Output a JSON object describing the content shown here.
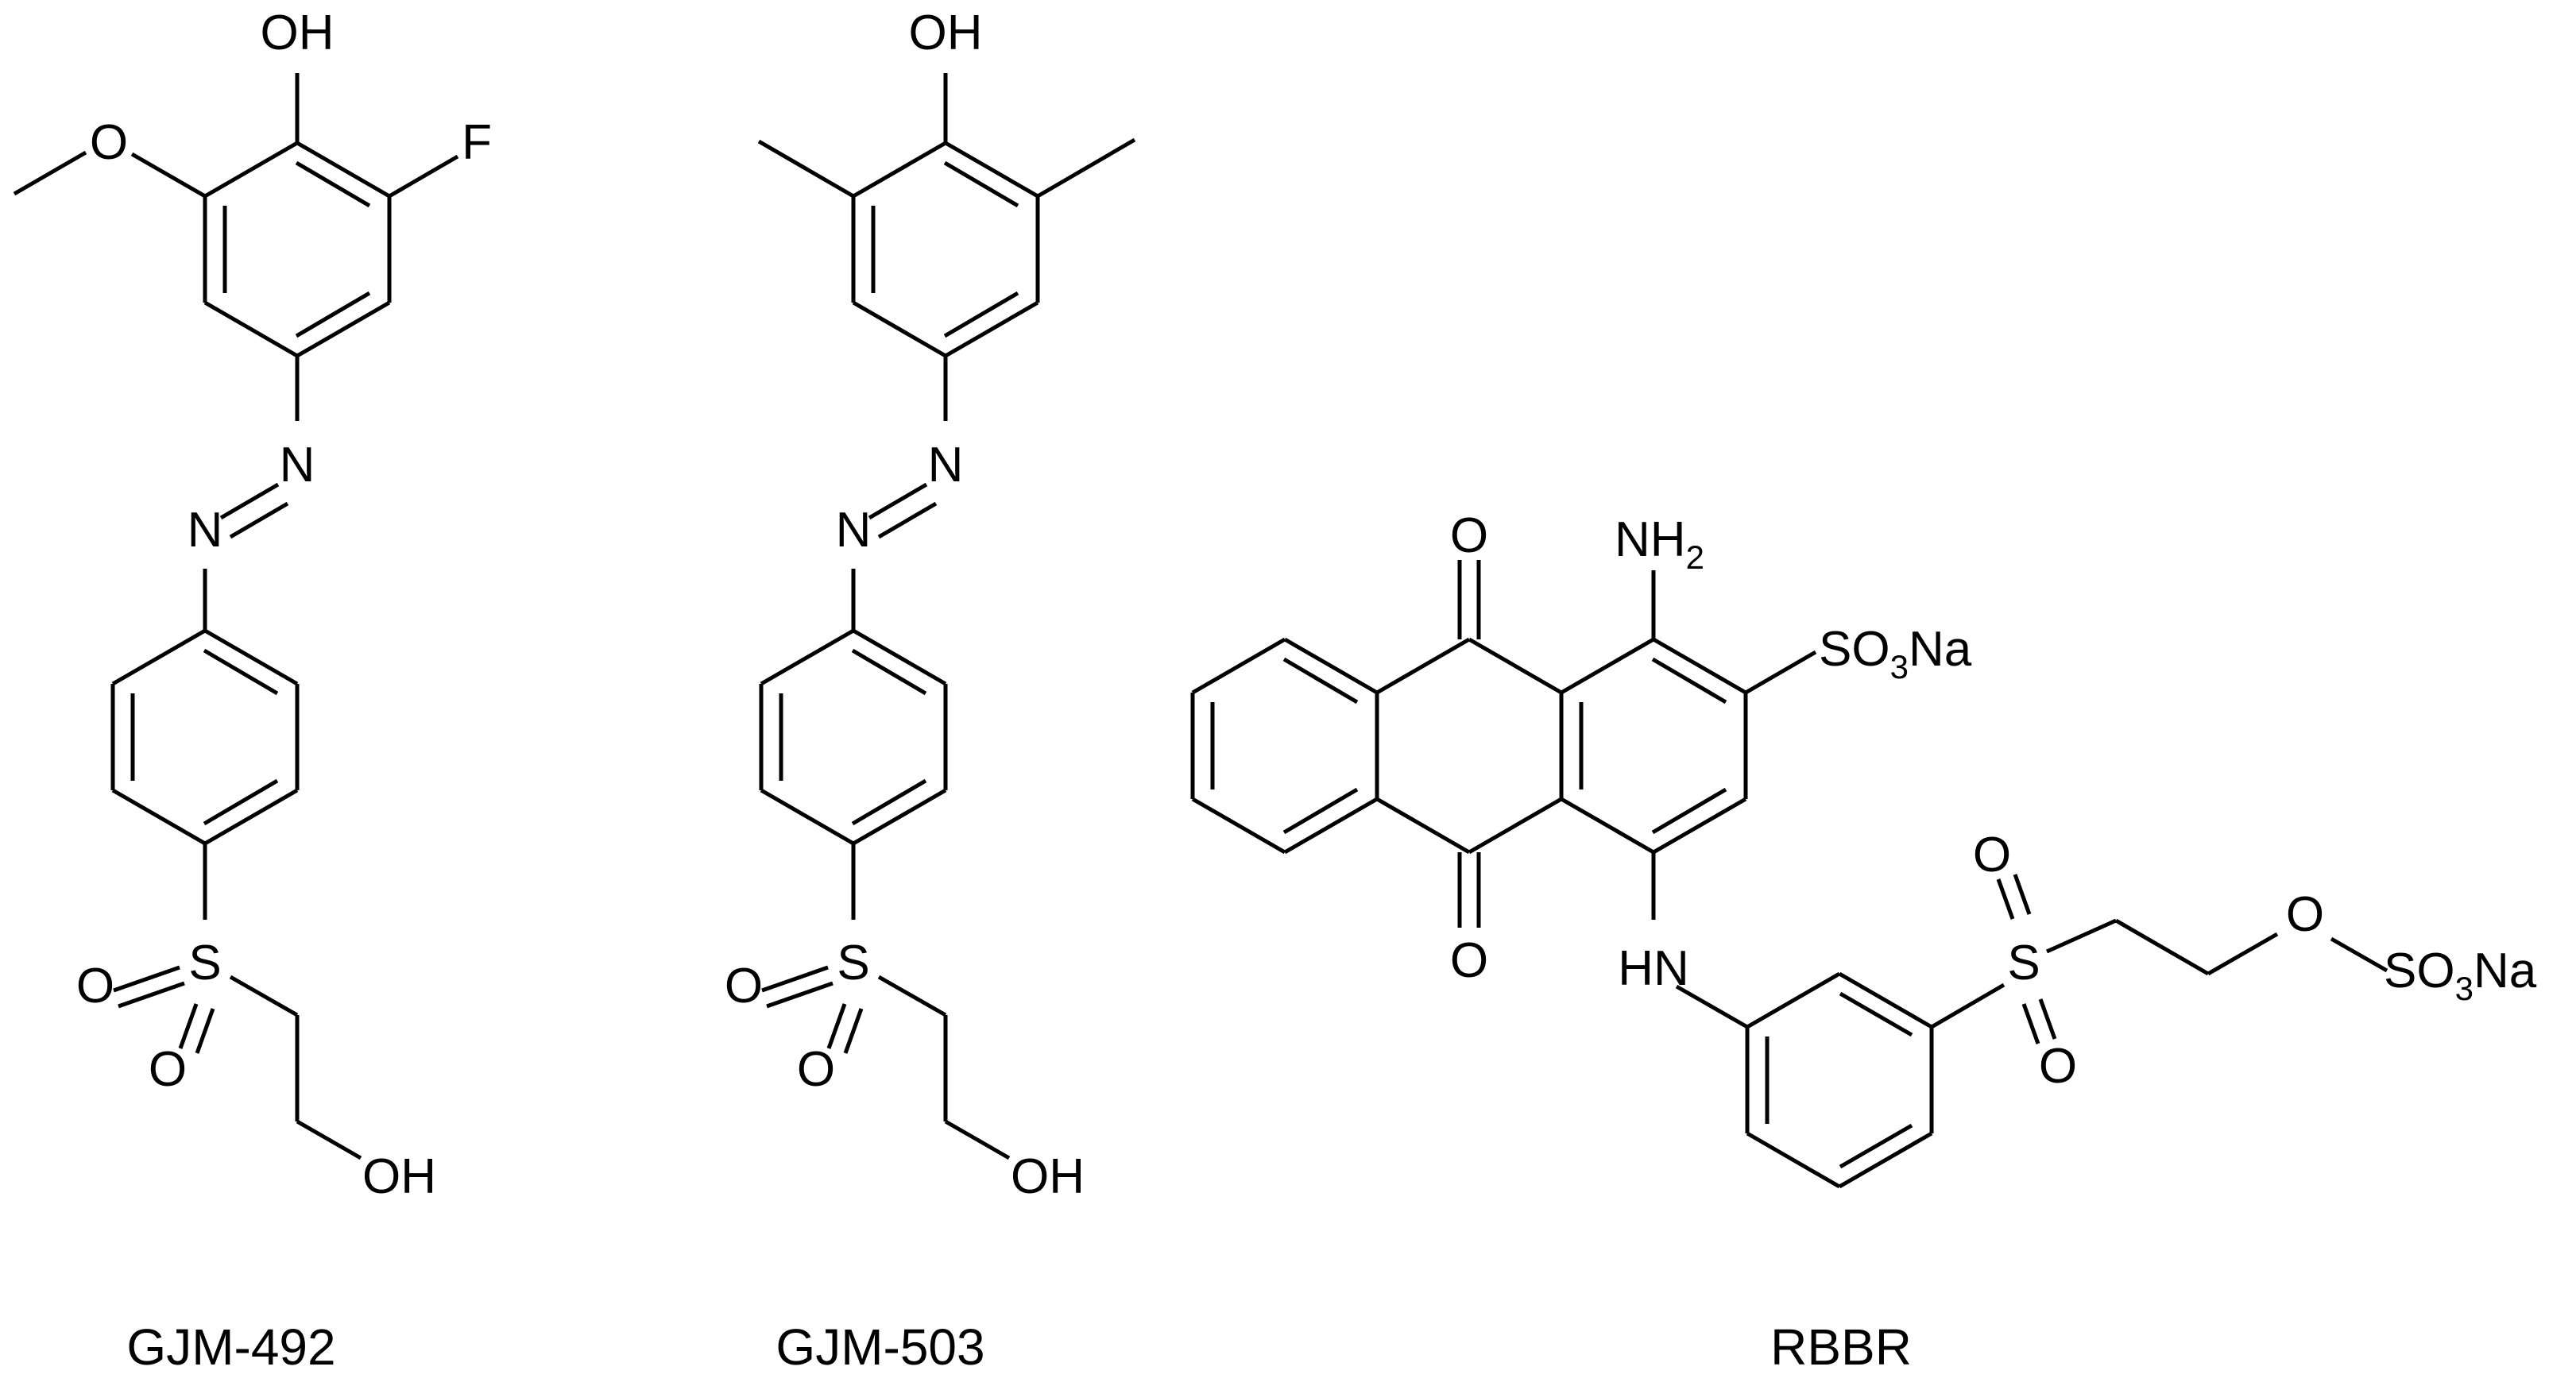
{
  "colors": {
    "ink": "#000000",
    "background": "#ffffff"
  },
  "molecules": [
    {
      "caption": "GJM-492",
      "labels": {
        "oh_top": "OH",
        "methoxy_o": "O",
        "fluoro": "F",
        "azo_n_upper": "N",
        "azo_n_lower": "N",
        "sulfonyl_s": "S",
        "sulfonyl_o_left": "O",
        "sulfonyl_o_down": "O",
        "oh_terminal": "OH"
      }
    },
    {
      "caption": "GJM-503",
      "labels": {
        "oh_top": "OH",
        "azo_n_upper": "N",
        "azo_n_lower": "N",
        "sulfonyl_s": "S",
        "sulfonyl_o_left": "O",
        "sulfonyl_o_down": "O",
        "oh_terminal": "OH"
      }
    },
    {
      "caption": "RBBR",
      "labels": {
        "carbonyl_o_top": "O",
        "carbonyl_o_bottom": "O",
        "amine": "NH",
        "amine_sub": "2",
        "sulfonate_1": "SO",
        "sulfonate_1_sub": "3",
        "sulfonate_1_na": "Na",
        "imine": "HN",
        "sulfonyl_s": "S",
        "sulfonyl_o_up": "O",
        "sulfonyl_o_down": "O",
        "ether_o": "O",
        "sulfonate_2": "SO",
        "sulfonate_2_sub": "3",
        "sulfonate_2_na": "Na"
      }
    }
  ]
}
